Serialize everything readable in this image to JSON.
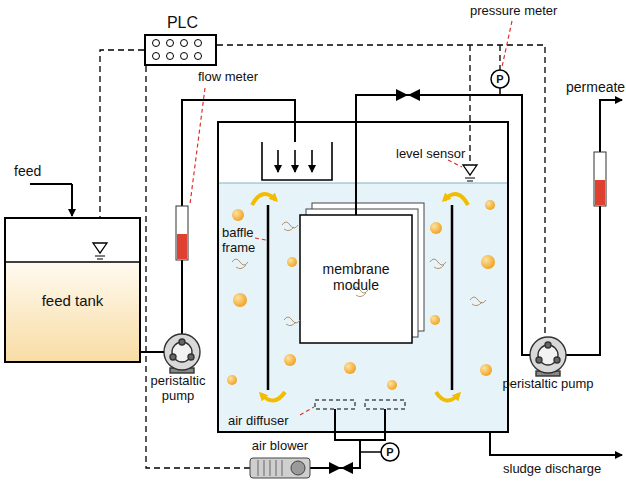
{
  "diagram": {
    "nodes": [
      {
        "text": [
          "PLC"
        ]
      },
      {
        "text": [
          "feed tank"
        ]
      },
      {
        "text": [
          "peristaltic pump"
        ]
      },
      {
        "text": [
          "membrane module"
        ]
      },
      {
        "text": [
          "peristaltic pump"
        ]
      },
      {
        "text": [
          "air blower"
        ]
      }
    ],
    "edges": [
      {
        "from": 0,
        "to": 1,
        "arrow": "none"
      },
      {
        "from": 1,
        "to": 2,
        "arrow": "none"
      },
      {
        "from": 3,
        "to": 4,
        "arrow": "none"
      }
    ],
    "labels": [
      "pressure meter",
      "P",
      "permeate",
      "feed",
      "flow meter",
      "level sensor",
      "baffle frame",
      "air diffuser",
      "P",
      "sludge discharge"
    ]
  }
}
